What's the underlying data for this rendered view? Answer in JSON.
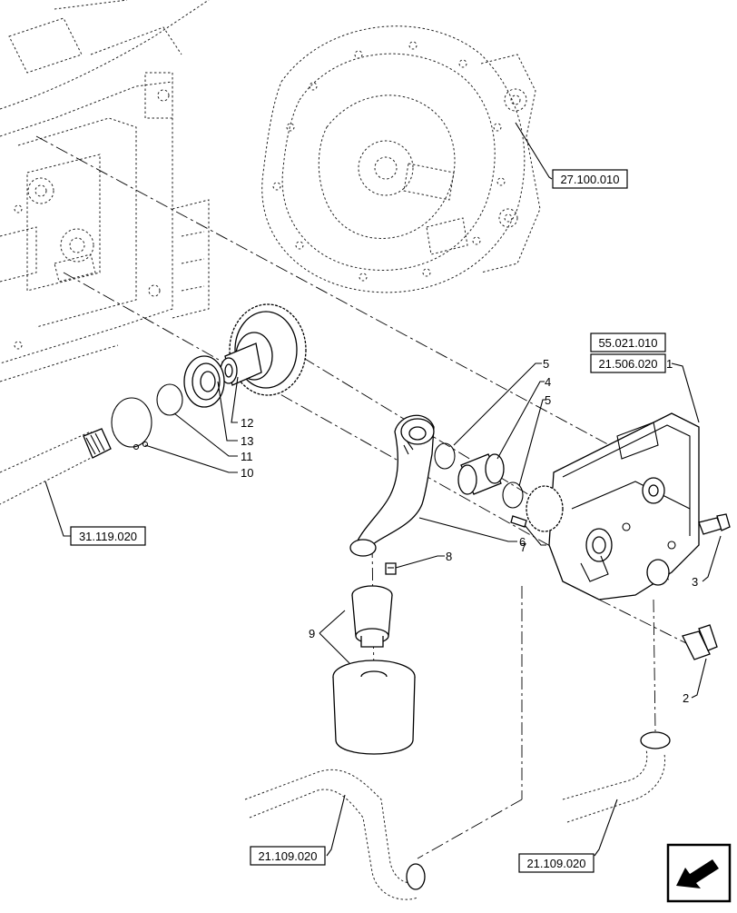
{
  "ref_boxes": {
    "r1": "27.100.010",
    "r2": "55.021.010",
    "r3": "21.506.020",
    "r4": "31.119.020",
    "r5": "21.109.020",
    "r6": "21.109.020"
  },
  "callouts": {
    "c1": "1",
    "c2": "2",
    "c3": "3",
    "c4": "4",
    "c5a": "5",
    "c5b": "5",
    "c6": "6",
    "c7": "7",
    "c8": "8",
    "c9": "9",
    "c10": "10",
    "c11": "11",
    "c12": "12",
    "c13": "13"
  },
  "nav_icon": "next-page-arrow-icon"
}
